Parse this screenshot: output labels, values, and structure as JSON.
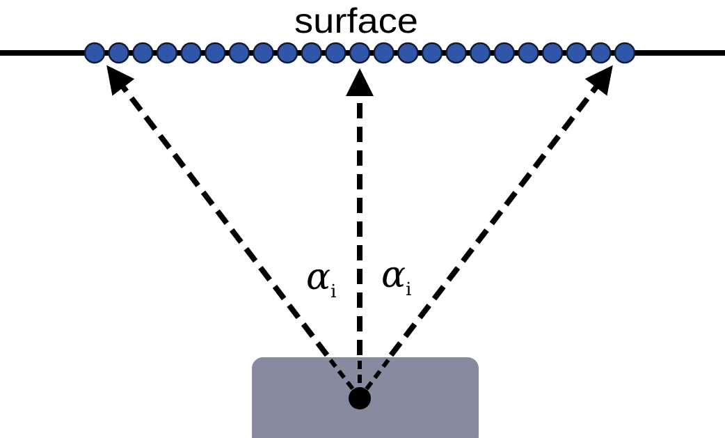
{
  "surface_label": "surface",
  "angle_labels": [
    {
      "symbol": "α",
      "subscript": "i"
    },
    {
      "symbol": "α",
      "subscript": "i"
    }
  ],
  "surface_point_count": 23,
  "colors": {
    "point_fill": "#2f56a8",
    "point_stroke": "#101a30",
    "sensor_body": "#888aa0",
    "line": "#000000"
  }
}
